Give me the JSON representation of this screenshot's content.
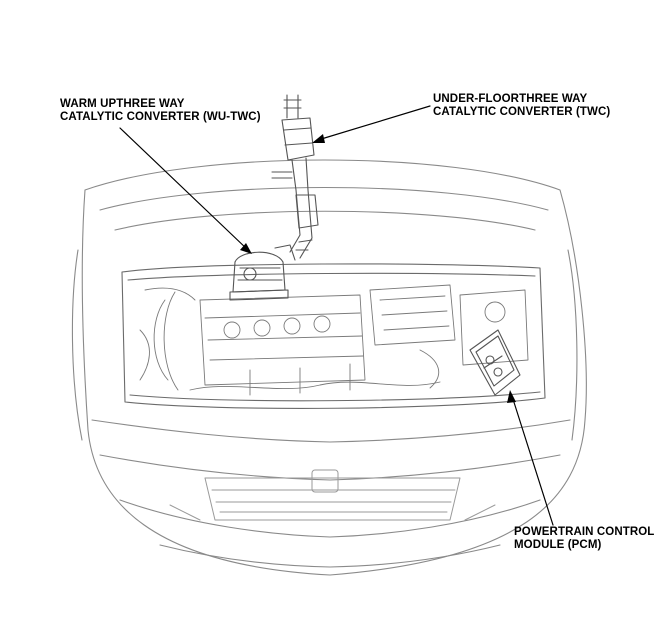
{
  "labels": {
    "wu_twc": {
      "line1": "WARM UPTHREE WAY",
      "line2": "CATALYTIC CONVERTER (WU-TWC)"
    },
    "uf_twc": {
      "line1": "UNDER-FLOORTHREE WAY",
      "line2": "CATALYTIC CONVERTER (TWC)"
    },
    "pcm": {
      "line1": "POWERTRAIN CONTROL",
      "line2": "MODULE (PCM)"
    }
  },
  "colors": {
    "ink": "#000000",
    "line_art": "#6b6b6b",
    "light_line": "#a8a8a8",
    "background": "#ffffff"
  }
}
